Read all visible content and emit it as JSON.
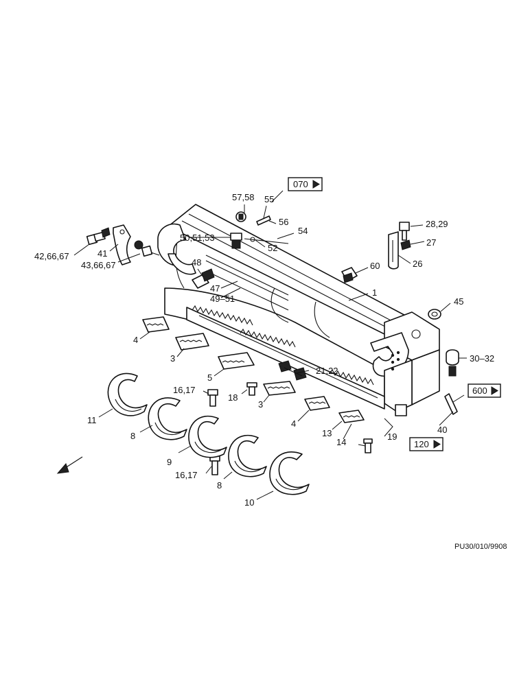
{
  "references": {
    "r070": "070",
    "r600": "600",
    "r120": "120"
  },
  "callouts": {
    "c1": "1",
    "c3a": "3",
    "c3b": "3",
    "c4a": "4",
    "c4b": "4",
    "c5": "5",
    "c8a": "8",
    "c8b": "8",
    "c9": "9",
    "c10": "10",
    "c11": "11",
    "c13": "13",
    "c14": "14",
    "c16a": "16,17",
    "c16b": "16,17",
    "c18": "18",
    "c19": "19",
    "c21": "21,22",
    "c26": "26",
    "c27": "27",
    "c28": "28,29",
    "c30": "30–32",
    "c40": "40",
    "c41": "41",
    "c42": "42,66,67",
    "c43": "43,66,67",
    "c45": "45",
    "c47": "47",
    "c48": "48",
    "c49": "49–51",
    "c50": "50,51,53",
    "c52": "52",
    "c54": "54",
    "c55": "55",
    "c56": "56",
    "c57": "57,58",
    "c60": "60"
  },
  "drawing_code": "PU30/010/9908"
}
